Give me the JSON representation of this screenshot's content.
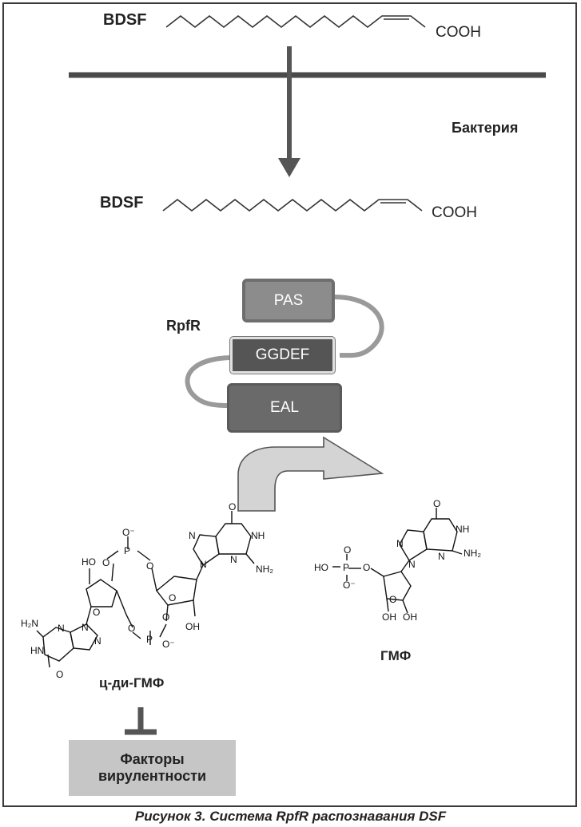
{
  "top": {
    "bdsf_label": "BDSF",
    "cooh_label": "COOH",
    "bacteria_label": "Бактерия"
  },
  "bottom": {
    "bdsf_label": "BDSF",
    "cooh_label": "COOH"
  },
  "rpfr": {
    "label": "RpfR",
    "domains": {
      "pas": "PAS",
      "ggdef": "GGDEF",
      "eal": "EAL"
    }
  },
  "cdigmp": {
    "name": "ц-ди-ГМФ",
    "atoms": {
      "o_minus": "O⁻",
      "p": "P",
      "o": "O",
      "ho": "HO",
      "oh": "OH",
      "n": "N",
      "nh": "NH",
      "nh2": "NH₂",
      "h2n": "H₂N",
      "hn": "HN"
    }
  },
  "gmp": {
    "name": "ГМФ",
    "atoms": {
      "ho": "HO",
      "p": "P",
      "o": "O",
      "o_minus": "O⁻",
      "oh": "OH",
      "n": "N",
      "nh": "NH",
      "nh2": "NH₂"
    }
  },
  "virulence": {
    "line1": "Факторы",
    "line2": "вирулентности"
  },
  "caption": "Рисунок 3. Система RpfR распознавания DSF",
  "colors": {
    "dark": "#4a4a4a",
    "pas_fill": "#8c8c8c",
    "pas_border": "#6e6e6e",
    "ggdef_fill": "#555555",
    "eal_fill": "#6a6a6a",
    "arrow_fill": "#d4d4d4",
    "box_fill": "#c6c6c6"
  }
}
